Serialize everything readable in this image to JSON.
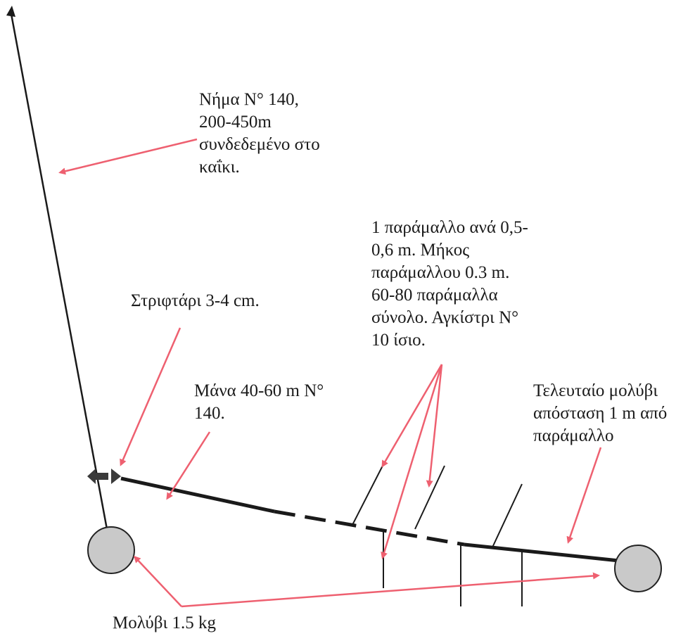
{
  "colors": {
    "line": "#1a1a1a",
    "arrow": "#ee6070",
    "sinker_fill": "#c9c9c9",
    "sinker_stroke": "#222222",
    "swivel": "#3a3a3a"
  },
  "labels": {
    "thread": [
      "Νήμα Ν° 140,",
      "200-450m",
      "συνδεδεμένο στο",
      "καΐκι."
    ],
    "snoods": [
      "1 παράμαλλο ανά 0,5-",
      "0,6 m. Μήκος",
      "παράμαλλου 0.3 m.",
      "60-80 παράμαλλα",
      "σύνολο. Αγκίστρι Ν°",
      "10 ίσιο."
    ],
    "swivel": "Στριφτάρι 3-4 cm.",
    "main_line": [
      "Μάνα 40-60 m Ν°",
      "140."
    ],
    "last_sinker": [
      "Τελευταίο μολύβι",
      "απόσταση 1 m από",
      "παράμαλλο"
    ],
    "sinker": "Μολύβι 1.5 kg"
  },
  "icons": {
    "swivel": "double-headed-arrow-icon",
    "sinker": "circle-weight-icon"
  }
}
